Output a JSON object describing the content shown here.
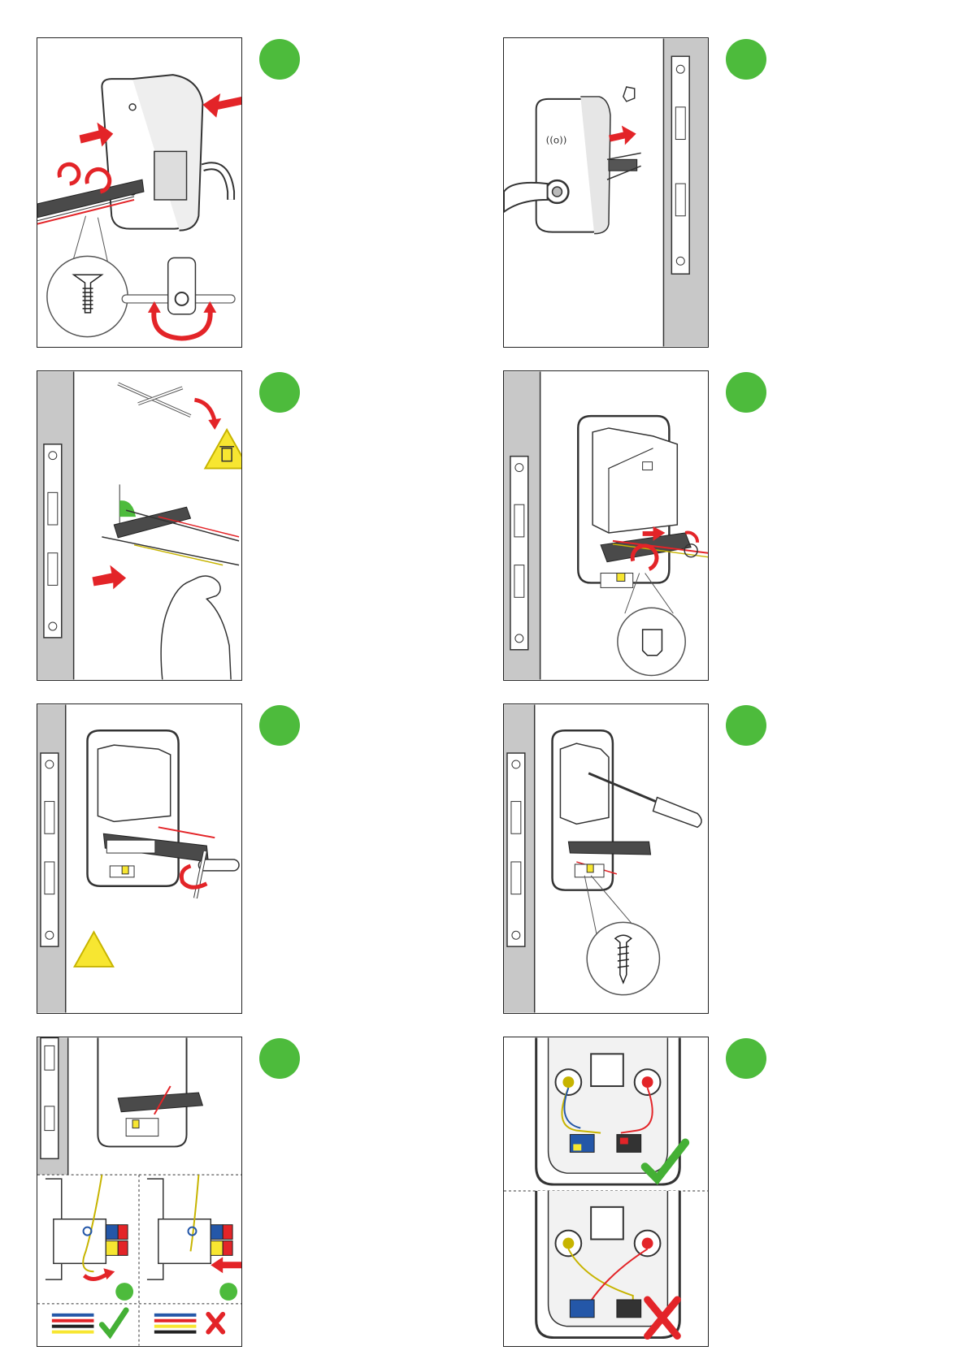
{
  "colors": {
    "step_badge": "#4dbb3c",
    "arrow": "#e32428",
    "warning": "#f7e631",
    "check": "#44b035",
    "cross": "#e32428",
    "wall": "#c8c8c8"
  },
  "icons": {
    "step_badge": "green-circle",
    "warning": "warning-triangle",
    "trash": "trash-can",
    "ok": "check-mark",
    "wrong": "x-mark"
  },
  "steps": [
    {
      "panel": "mount-inner-plate"
    },
    {
      "panel": "outer-handle-on-door"
    },
    {
      "panel": "trim-spindle"
    },
    {
      "panel": "fit-nut"
    },
    {
      "panel": "tighten-spindle"
    },
    {
      "panel": "fix-screws"
    },
    {
      "panel": "connect-cables"
    },
    {
      "panel": "cable-routing"
    }
  ]
}
